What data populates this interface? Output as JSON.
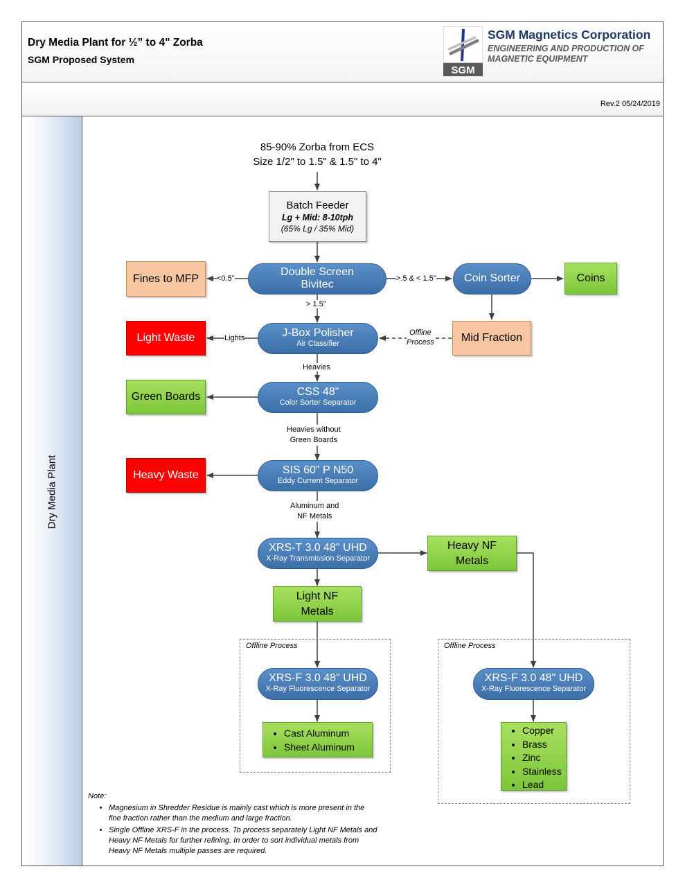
{
  "header": {
    "title": "Dry Media Plant for ½” to 4\" Zorba",
    "subtitle": "SGM Proposed System",
    "logo_text": "SGM",
    "company": "SGM Magnetics Corporation",
    "tagline": "ENGINEERING AND PRODUCTION OF MAGNETIC EQUIPMENT",
    "revision": "Rev.2  05/24/2019"
  },
  "lane_label": "Dry Media Plant",
  "input": {
    "line1": "85-90% Zorba from ECS",
    "line2": "Size 1/2\" to 1.5\" & 1.5\" to 4\""
  },
  "batch_feeder": {
    "title": "Batch Feeder",
    "line1": "Lg + Mid: 8-10tph",
    "line2": "(65% Lg / 35% Mid)"
  },
  "double_screen": {
    "line1": "Double Screen",
    "line2": "Bivitec"
  },
  "coin_sorter": "Coin Sorter",
  "coins": "Coins",
  "fines": "Fines to MFP",
  "mid_fraction": "Mid Fraction",
  "jbox": {
    "title": "J-Box Polisher",
    "sub": "Air Classifier"
  },
  "light_waste": "Light Waste",
  "css": {
    "title": "CSS 48\"",
    "sub": "Color Sorter Separator"
  },
  "green_boards": "Green Boards",
  "sis": {
    "title": "SIS 60\" P N50",
    "sub": "Eddy Current Separator"
  },
  "heavy_waste": "Heavy Waste",
  "xrst": {
    "title": "XRS-T 3.0 48\" UHD",
    "sub": "X-Ray Transmission Separator"
  },
  "heavy_nf": {
    "line1": "Heavy NF",
    "line2": "Metals"
  },
  "light_nf": {
    "line1": "Light NF",
    "line2": "Metals"
  },
  "offline_left": "Offline Process",
  "offline_right": "Offline Process",
  "xrsf_left": {
    "title": "XRS-F 3.0 48\" UHD",
    "sub": "X-Ray Fluorescence Separator"
  },
  "xrsf_right": {
    "title": "XRS-F 3.0 48\" UHD",
    "sub": "X-Ray Fluorescence Separator"
  },
  "aluminum_list": [
    "Cast Aluminum",
    "Sheet Aluminum"
  ],
  "metals_list": [
    "Copper",
    "Brass",
    "Zinc",
    "Stainless",
    "Lead"
  ],
  "edge_labels": {
    "fines": "<0.5\"",
    "coin": ">.5 & < 1.5\"",
    "large": "> 1.5\"",
    "lights": "Lights",
    "offline_line1": "Offline",
    "offline_line2": "Process",
    "heavies": "Heavies",
    "heavies_wo_line1": "Heavies without",
    "heavies_wo_line2": "Green Boards",
    "alu_line1": "Aluminum and",
    "alu_line2": "NF Metals"
  },
  "notes": {
    "heading": "Note:",
    "items": [
      "Magnesium in Shredder Residue is mainly cast which is more present in the fine fraction rather than the medium and large fraction.",
      "Single Offline XRS-F in the process. To process separately Light NF Metals and Heavy NF Metals for further refining. In order to sort individual metals from Heavy NF Metals multiple passes are required."
    ]
  },
  "colors": {
    "pill": "#4a7fbb",
    "orange": "#f7c59f",
    "green": "#92d050",
    "red": "#ff0000",
    "company": "#1f3864"
  }
}
